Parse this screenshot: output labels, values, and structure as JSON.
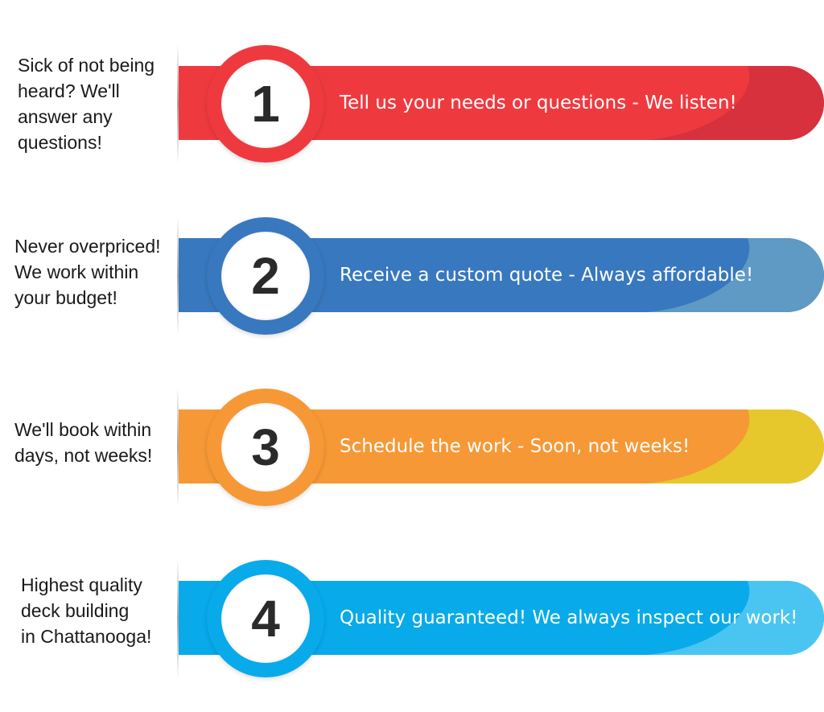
{
  "steps": [
    {
      "number": "1",
      "side_text": "Sick of not being\nheard? We'll\nanswer any\nquestions!",
      "band_text": "Tell us your needs or questions - We listen!",
      "color": "#ee3a3f",
      "accent_color": "#d6313d"
    },
    {
      "number": "2",
      "side_text": "Never overpriced!\nWe work within\nyour budget!",
      "band_text": "Receive a custom quote - Always affordable!",
      "color": "#3878be",
      "accent_color": "#5e9ac4"
    },
    {
      "number": "3",
      "side_text": "We'll book within\ndays, not weeks!",
      "band_text": "Schedule the work - Soon, not weeks!",
      "color": "#f69836",
      "accent_color": "#e6c72c"
    },
    {
      "number": "4",
      "side_text": "Highest quality\ndeck building\nin Chattanooga!",
      "band_text": "Quality guaranteed! We always inspect our work!",
      "color": "#08aaea",
      "accent_color": "#4ac5f2"
    }
  ]
}
